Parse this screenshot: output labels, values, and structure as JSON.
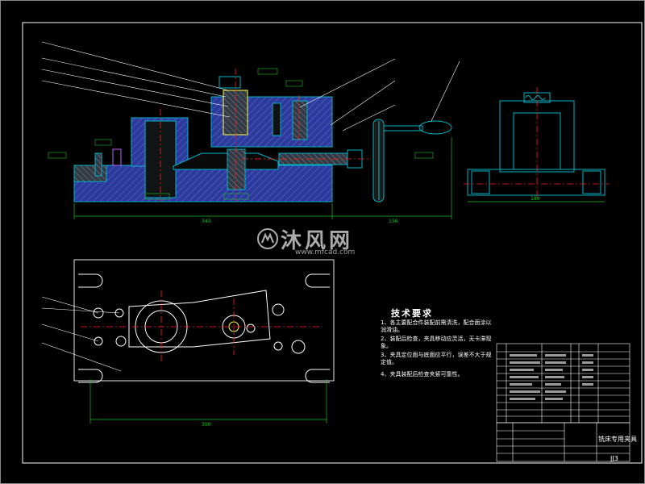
{
  "colors": {
    "background": "#000000",
    "frame": "#ffffff",
    "part": "#00b5c8",
    "section": "#3a47c8",
    "centerline": "#ff2020",
    "dimension": "#20c020",
    "leader": "#ffffff",
    "steel": "#7d8590",
    "highlight": "#ffff40"
  },
  "watermark": {
    "text": "沐风网",
    "url": "www.mfcad.com"
  },
  "technical_requirements": {
    "title": "技术要求",
    "items": [
      "1、各主要配合件装配前需清洗，配合面涂以润滑油。",
      "2、装配后检查，夹具移动应灵活，无卡滞现象。",
      "3、夹具定位面与底面应平行，误差不大于规定值。",
      "4、夹具装配后检查夹紧可靠性。"
    ]
  },
  "dimensions": {
    "front_total": "343",
    "front_handle": "156",
    "side_width": "180",
    "top_width": "300"
  },
  "title_block": {
    "name": "铣床专用夹具",
    "drawing_no": "JJ3"
  },
  "icons": [
    "section-hatch",
    "handwheel-icon",
    "nut-icon",
    "bolt-icon"
  ]
}
